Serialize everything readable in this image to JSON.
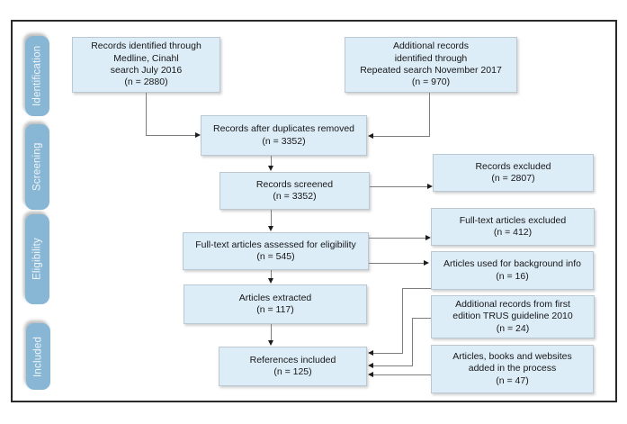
{
  "diagram": {
    "stages": [
      {
        "label": "Identification"
      },
      {
        "label": "Screening"
      },
      {
        "label": "Eligibility"
      },
      {
        "label": "Included"
      }
    ],
    "boxes": {
      "records_identified": "Records identified through\nMedline, Cinahl\nsearch July 2016\n(n = 2880)",
      "additional_records": "Additional records\nidentified through\nRepeated search November 2017\n(n = 970)",
      "duplicates_removed": "Records after duplicates removed\n(n = 3352)",
      "records_screened": "Records screened\n(n = 3352)",
      "fulltext_assessed": "Full-text articles assessed for eligibility\n(n = 545)",
      "articles_extracted": "Articles extracted\n(n = 117)",
      "references_included": "References included\n(n = 125)",
      "records_excluded": "Records excluded\n(n = 2807)",
      "fulltext_excluded": "Full-text articles excluded\n(n = 412)",
      "background_info": "Articles used for background info\n(n = 16)",
      "first_edition_records": "Additional records from first\nedition TRUS guideline 2010\n(n = 24)",
      "added_in_process": "Articles, books and websites\nadded in the process\n(n = 47)"
    },
    "colors": {
      "box_fill": "#ddedf8",
      "box_border": "#bcc8d1",
      "stage_pill_fill": "#87b7d5",
      "stage_pill_text": "#f2f6f9",
      "connector_line": "#7d7d7d",
      "outer_border": "#2a2a2a"
    }
  }
}
